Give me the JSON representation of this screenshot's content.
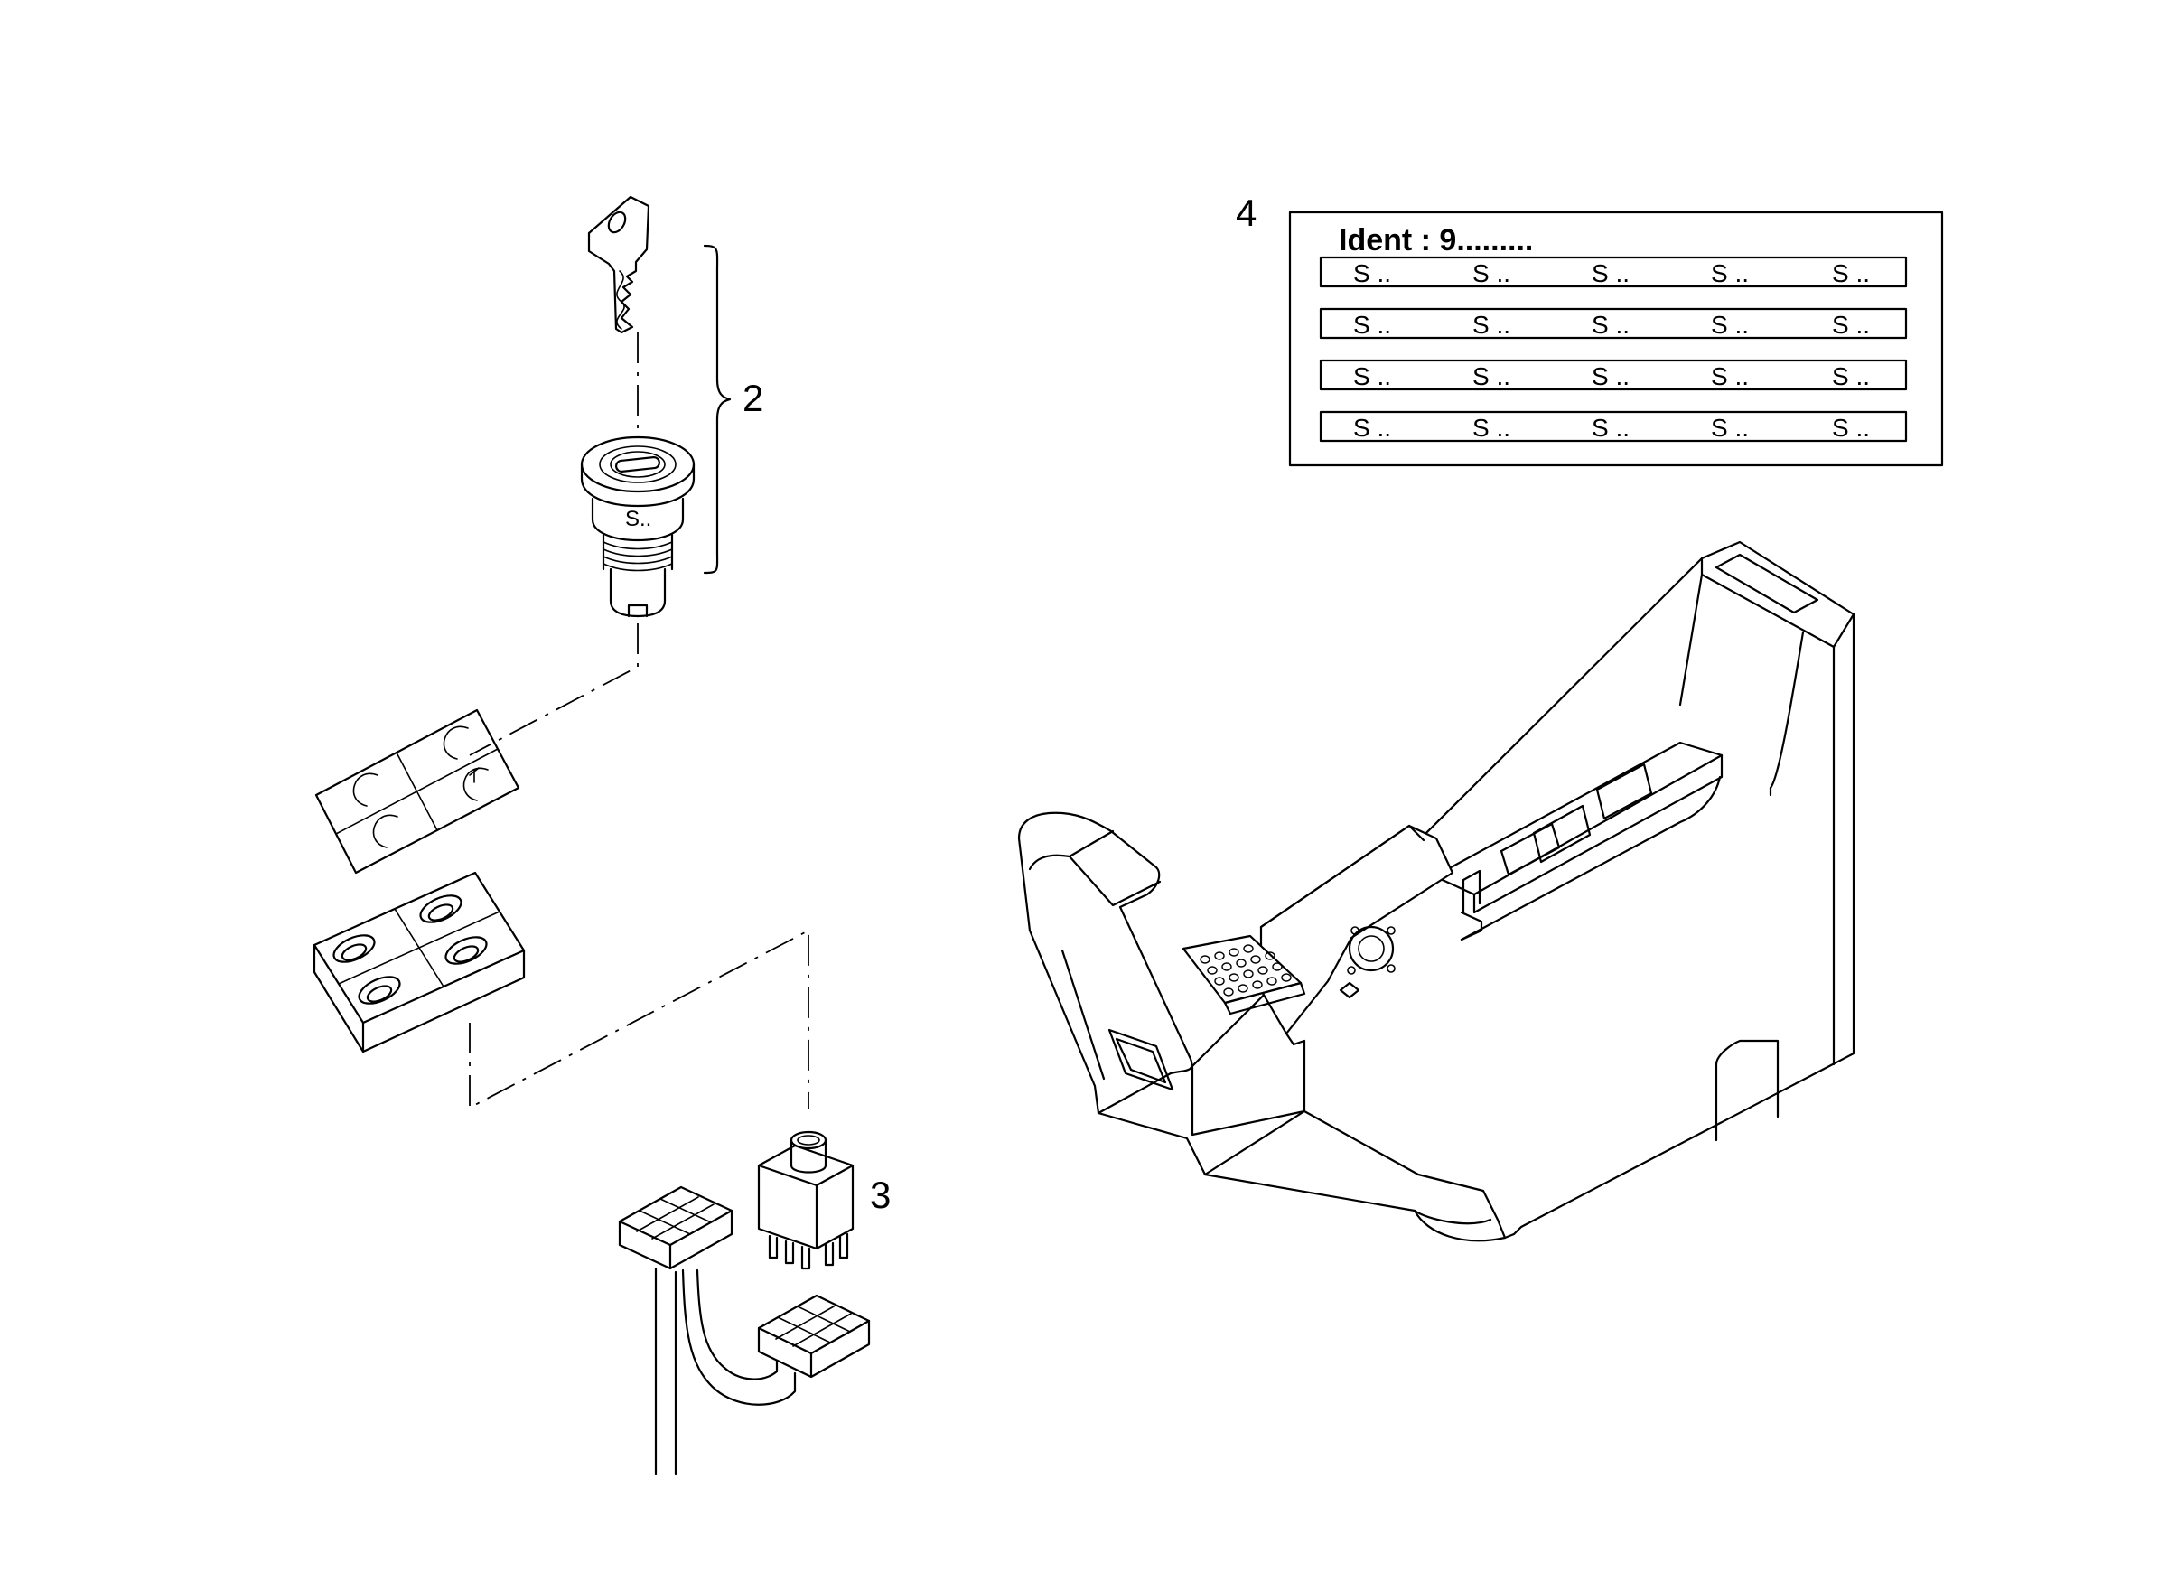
{
  "callouts": {
    "item_2": "2",
    "item_3": "3",
    "item_4": "4"
  },
  "lock_marking": "S..",
  "ident_label": {
    "title": "Ident : 9.........",
    "rows": [
      [
        "S ..",
        "S ..",
        "S ..",
        "S ..",
        "S .."
      ],
      [
        "S ..",
        "S ..",
        "S ..",
        "S ..",
        "S .."
      ],
      [
        "S ..",
        "S ..",
        "S ..",
        "S ..",
        "S .."
      ],
      [
        "S ..",
        "S ..",
        "S ..",
        "S ..",
        "S .."
      ]
    ]
  }
}
